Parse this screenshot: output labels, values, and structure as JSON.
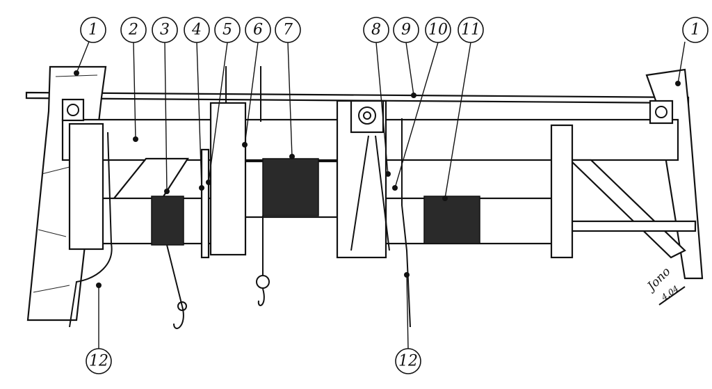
{
  "figure": {
    "callouts": [
      {
        "number": "1"
      },
      {
        "number": "2"
      },
      {
        "number": "3"
      },
      {
        "number": "4"
      },
      {
        "number": "5"
      },
      {
        "number": "6"
      },
      {
        "number": "7"
      },
      {
        "number": "8"
      },
      {
        "number": "9"
      },
      {
        "number": "10"
      },
      {
        "number": "11"
      },
      {
        "number": "1"
      },
      {
        "number": "12"
      },
      {
        "number": "12"
      }
    ],
    "signature": {
      "name": "Jono",
      "date": "4.04"
    }
  }
}
